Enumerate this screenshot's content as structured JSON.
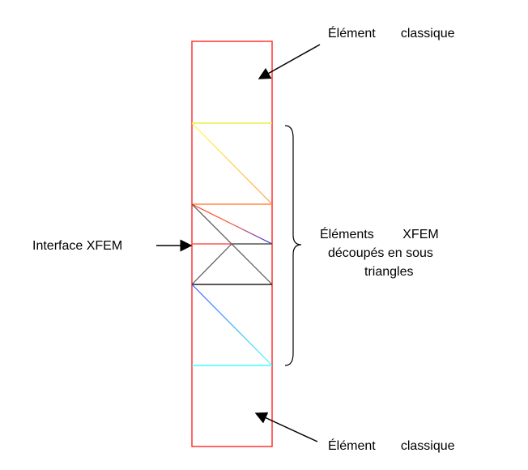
{
  "labels": {
    "top_element": "Élément       classique",
    "bottom_element": "Élément       classique",
    "interface": "Interface XFEM",
    "xfem_line1": "Éléments        XFEM",
    "xfem_line2": "découpés en sous",
    "xfem_line3": "triangles"
  },
  "colors": {
    "outline": "#ff3333",
    "yellow": "#ffff44",
    "orange": "#ff8844",
    "cyan": "#44ffff",
    "blue": "#4466ff",
    "purple": "#5522cc",
    "gray": "#555555"
  }
}
